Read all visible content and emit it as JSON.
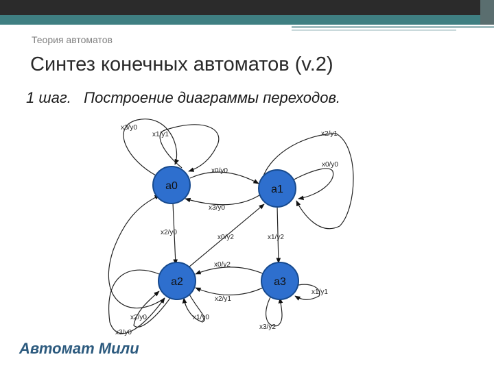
{
  "header": {
    "subtitle": "Теория автоматов",
    "title": "Синтез конечных автоматов (v.2)",
    "step": "1 шаг.   Построение диаграммы переходов."
  },
  "footer": {
    "text": "Автомат Мили"
  },
  "diagram": {
    "node_color": "#2e6fce",
    "nodes": [
      {
        "id": "a0",
        "label": "a0"
      },
      {
        "id": "a1",
        "label": "a1"
      },
      {
        "id": "a2",
        "label": "a2"
      },
      {
        "id": "a3",
        "label": "a3"
      }
    ],
    "edges": [
      {
        "from": "a0",
        "to": "a0",
        "label": "x3/y0"
      },
      {
        "from": "a0",
        "to": "a0",
        "label": "x1/y1"
      },
      {
        "from": "a0",
        "to": "a1",
        "label": "x0/y0"
      },
      {
        "from": "a1",
        "to": "a0",
        "label": "x3/y0"
      },
      {
        "from": "a1",
        "to": "a1",
        "label": "x2/y1"
      },
      {
        "from": "a1",
        "to": "a1",
        "label": "x0/y0"
      },
      {
        "from": "a0",
        "to": "a2",
        "label": "x2/y0"
      },
      {
        "from": "a2",
        "to": "a1",
        "label": "x0/y2"
      },
      {
        "from": "a1",
        "to": "a3",
        "label": "x1/y2"
      },
      {
        "from": "a3",
        "to": "a2",
        "label": "x0/y2"
      },
      {
        "from": "a3",
        "to": "a2",
        "label": "x2/y1"
      },
      {
        "from": "a2",
        "to": "a2",
        "label": "x1/y0"
      },
      {
        "from": "a2",
        "to": "a2",
        "label": "x2/y0"
      },
      {
        "from": "a2",
        "to": "a0",
        "label": "x3/y0"
      },
      {
        "from": "a3",
        "to": "a3",
        "label": "x1/y1"
      },
      {
        "from": "a3",
        "to": "a3",
        "label": "x3/y2"
      }
    ]
  }
}
